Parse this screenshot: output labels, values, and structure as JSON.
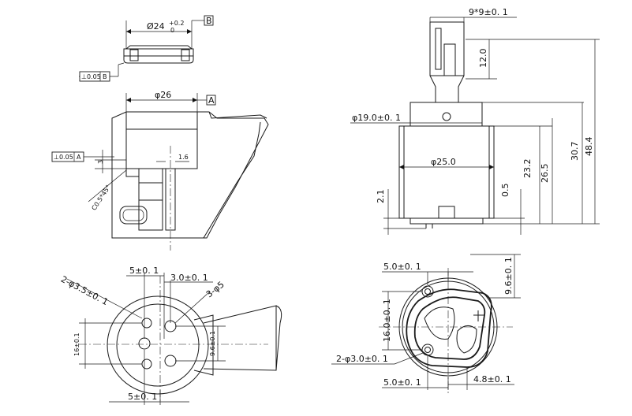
{
  "datum_b_label": "B",
  "datum_a_label": "A",
  "dim_d24": "Ø24",
  "dim_d24_tol_upper": "+0.2",
  "dim_d24_tol_lower": "0",
  "perp_b": "⊥0.05",
  "perp_b_ref": "B",
  "perp_a": "⊥0.05",
  "perp_a_ref": "A",
  "dim_phi26": "φ26",
  "dim_3": "3",
  "dim_16": "1.6",
  "chamfer": "C0.5*45°",
  "dim_9x9": "9*9±0. 1",
  "dim_12": "12.0",
  "dim_phi19": "φ19.0±0. 1",
  "dim_phi25": "φ25.0",
  "dim_232": "23.2",
  "dim_265": "26.5",
  "dim_307": "30.7",
  "dim_484": "48.4",
  "dim_21": "2.1",
  "dim_05": "0.5",
  "bl_5_top": "5±0. 1",
  "bl_30": "3.0±0. 1",
  "bl_holes": "2-φ3.5±0. 1",
  "bl_3phi5": "3-φ5",
  "bl_16": "16±0.1",
  "bl_96": "9.6±0.1",
  "bl_5_bottom": "5±0. 1",
  "br_50_top": "5.0±0. 1",
  "br_96": "9.6±0. 1",
  "br_160": "16.0±0. 1",
  "br_holes": "2-φ3.0±0. 1",
  "br_50_bottom": "5.0±0. 1",
  "br_48": "4.8±0. 1"
}
